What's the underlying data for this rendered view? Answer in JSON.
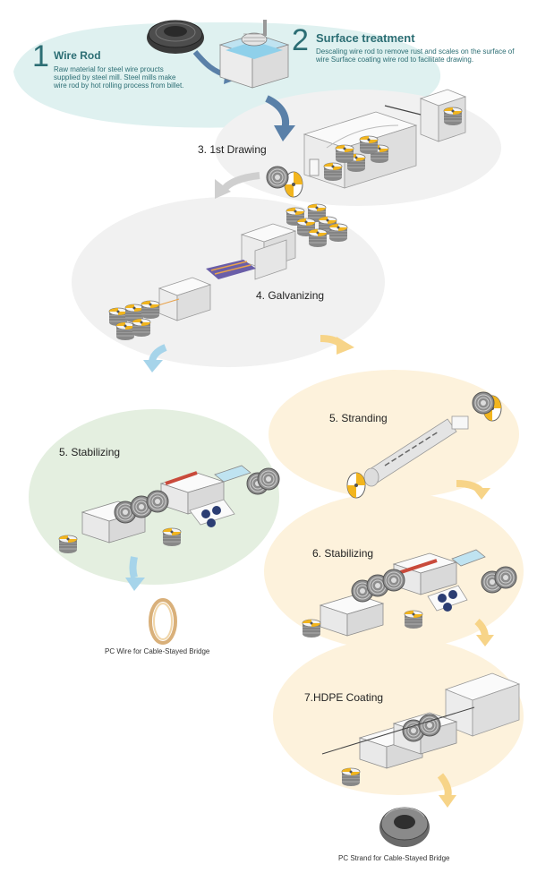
{
  "steps": {
    "wire_rod": {
      "number": "1",
      "title": "Wire Rod",
      "description": "Raw material for steel wire proucts supplied by steel mill. Steel mills make wire rod by hot rolling process from billet."
    },
    "surface_treatment": {
      "number": "2",
      "title": "Surface treatment",
      "description": "Descaling wire rod to remove rust and scales on the surface of wire Surface coating wire rod to facilitate drawing."
    },
    "drawing": "3. 1st Drawing",
    "galvanizing": "4. Galvanizing",
    "stranding": "5. Stranding",
    "stabilizing_left": "5. Stabilizing",
    "stabilizing_right": "6. Stabilizing",
    "hdpe": "7.HDPE Coating"
  },
  "products": {
    "pc_wire": "PC Wire for Cable-Stayed Bridge",
    "pc_strand": "PC Strand for Cable-Stayed Bridge"
  },
  "colors": {
    "teal_bg": "#dff1f0",
    "gray_bg": "#f1f1f1",
    "green_bg": "#e4efe0",
    "cream_bg": "#fdf2dc",
    "accent_teal": "#2c6e74",
    "arrow_blue": "#5a80a8",
    "arrow_gray": "#cfcfcf",
    "arrow_lightblue": "#a6d4ea",
    "arrow_yellow": "#f7d488",
    "bobbin_yellow": "#f2b51e"
  }
}
